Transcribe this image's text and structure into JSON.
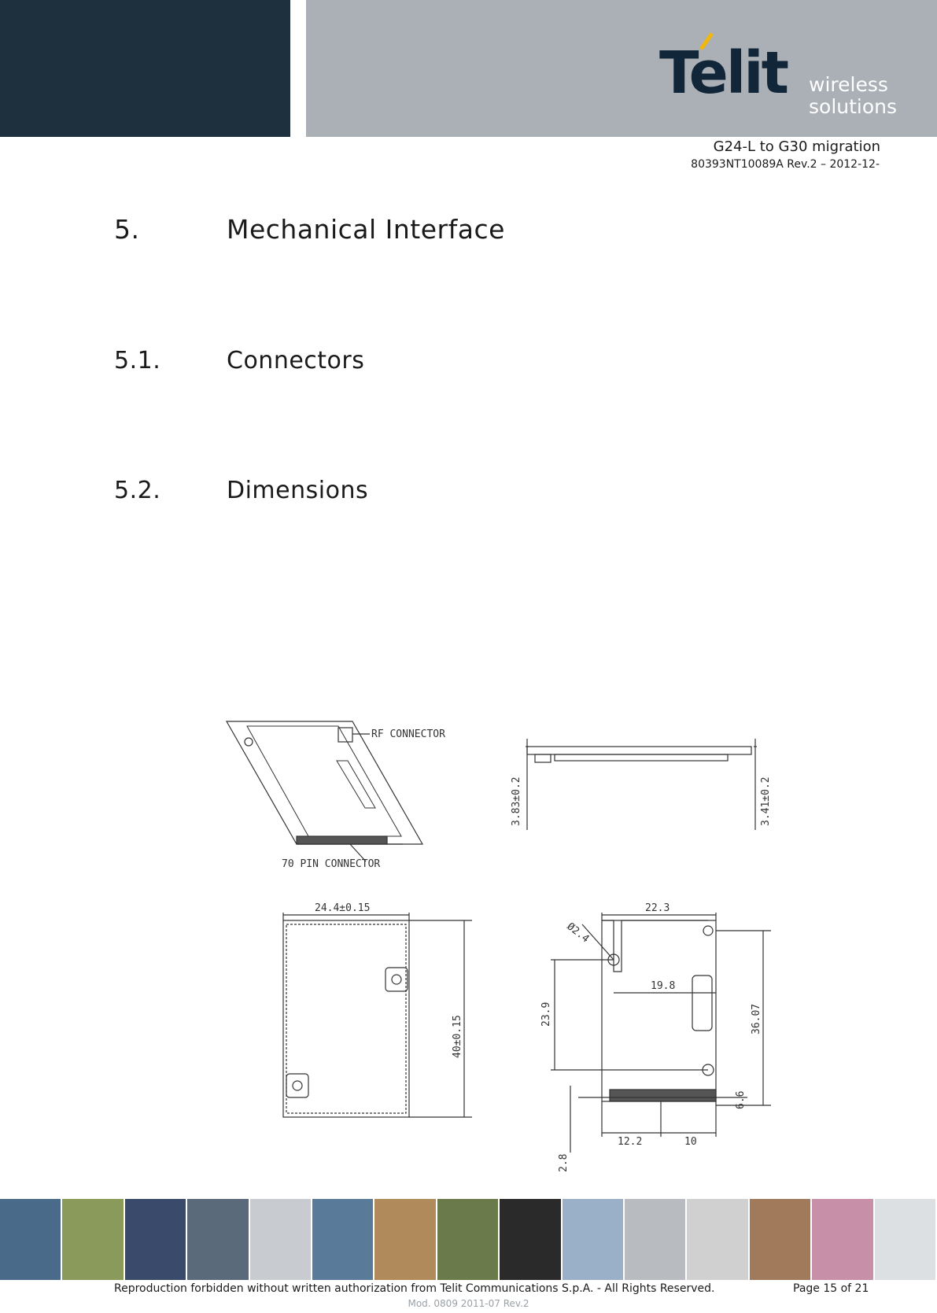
{
  "header": {
    "logo_wordmark": "Telit",
    "logo_tagline_1": "wireless",
    "logo_tagline_2": "solutions",
    "doc_title": "G24-L to G30 migration",
    "doc_code": "80393NT10089A  Rev.2 – 2012-12-"
  },
  "sections": [
    {
      "number": "5.",
      "title": "Mechanical Interface"
    },
    {
      "number": "5.1.",
      "title": "Connectors"
    },
    {
      "number": "5.2.",
      "title": "Dimensions"
    }
  ],
  "drawing": {
    "rf_connector": "RF CONNECTOR",
    "pin_connector": "70 PIN CONNECTOR",
    "dim_height_left": "3.83±0.2",
    "dim_height_right": "3.41±0.2",
    "dim_width_front": "24.4±0.15",
    "dim_length_front": "40±0.15",
    "dim_width_back": "22.3",
    "dim_hole": "Ø2.4",
    "dim_inner": "19.8",
    "dim_23_9": "23.9",
    "dim_36_07": "36.07",
    "dim_6_6": "6.6",
    "dim_12_2": "12.2",
    "dim_10": "10",
    "dim_2_8": "2.8"
  },
  "photo_strip_colors": [
    "#4a6a8a",
    "#8a9a5a",
    "#3a4a6a",
    "#5a6a7a",
    "#c8ccd0",
    "#5a7a9a",
    "#b08a5a",
    "#6a7a4a",
    "#2a2a2a",
    "#9ab0c8",
    "#b8bcc0",
    "#d0d0d0",
    "#a07a5a",
    "#c890a8",
    "#dde0e2"
  ],
  "footer": {
    "copyright": "Reproduction forbidden without written authorization from Telit Communications S.p.A. - All Rights Reserved.",
    "page": "Page 15 of 21",
    "mod": "Mod. 0809 2011-07 Rev.2"
  },
  "colors": {
    "header_dark": "#1e2f3e",
    "header_grey": "#aab0b5",
    "logo_accent": "#f2b70f"
  }
}
